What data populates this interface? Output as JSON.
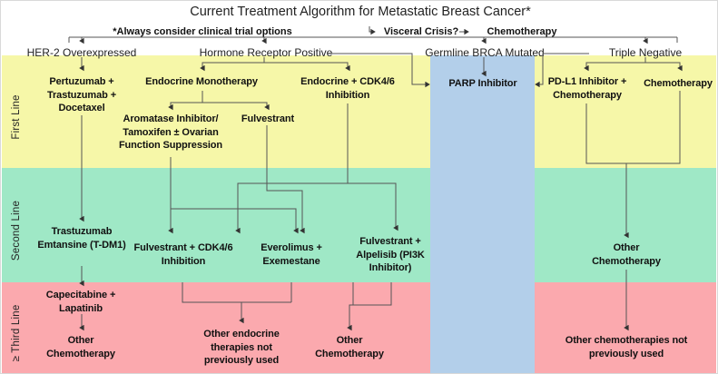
{
  "title": "Current Treatment Algorithm for Metastatic Breast Cancer*",
  "header": {
    "footnote": "*Always consider clinical trial options",
    "visceral_crisis": "Visceral Crisis?",
    "chemotherapy": "Chemotherapy"
  },
  "line_labels": {
    "first": "First Line",
    "second": "Second Line",
    "third": "≥ Third Line"
  },
  "categories": [
    {
      "id": "her2",
      "label": "HER-2 Overexpressed"
    },
    {
      "id": "hr",
      "label": "Hormone Receptor Positive"
    },
    {
      "id": "brca",
      "label": "Germline BRCA Mutated"
    },
    {
      "id": "tn",
      "label": "Triple Negative"
    }
  ],
  "nodes": {
    "pertuzumab": "Pertuzumab + Trastuzumab + Docetaxel",
    "endocrine_mono": "Endocrine Monotherapy",
    "endocrine_cdk": "Endocrine + CDK4/6 Inhibition",
    "parp": "PARP Inhibitor",
    "pdl1": "PD-L1 Inhibitor + Chemotherapy",
    "chemo_tn": "Chemotherapy",
    "aromatase": "Aromatase Inhibitor/ Tamoxifen ± Ovarian Function Suppression",
    "fulvestrant": "Fulvestrant",
    "tdm1": "Trastuzumab Emtansine (T-DM1)",
    "fulv_cdk": "Fulvestrant + CDK4/6 Inhibition",
    "everolimus": "Everolimus + Exemestane",
    "fulv_alpelisib": "Fulvestrant + Alpelisib (PI3K Inhibitor)",
    "other_chemo_tn2": "Other Chemotherapy",
    "capecitabine": "Capecitabine + Lapatinib",
    "other_chemo_her2": "Other Chemotherapy",
    "other_endocrine": "Other endocrine therapies not previously used",
    "other_chemo_hr": "Other Chemotherapy",
    "other_chemo_tn3": "Other chemotherapies not previously used"
  },
  "colors": {
    "first_line_band": "#f6f7a8",
    "second_line_band": "#9fe8c6",
    "third_line_band": "#fba9ae",
    "parp_column": "#b3cfea",
    "connector": "#555555",
    "text": "#111111"
  }
}
